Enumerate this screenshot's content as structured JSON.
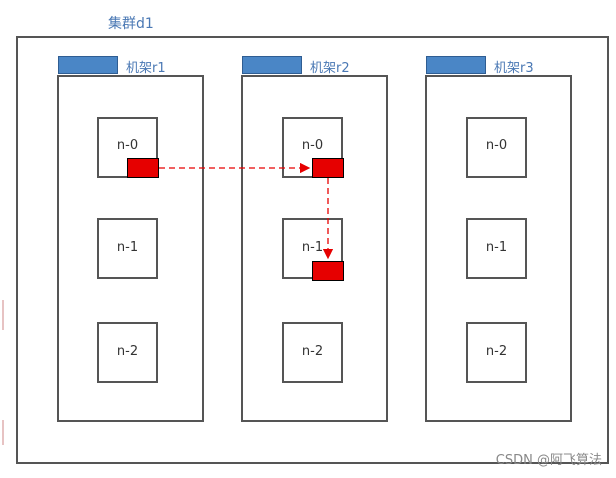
{
  "cluster": {
    "label": "集群d1"
  },
  "racks": [
    {
      "label": "机架r1",
      "nodes": [
        "n-0",
        "n-1",
        "n-2"
      ]
    },
    {
      "label": "机架r2",
      "nodes": [
        "n-0",
        "n-1",
        "n-2"
      ]
    },
    {
      "label": "机架r3",
      "nodes": [
        "n-0",
        "n-1",
        "n-2"
      ]
    }
  ],
  "colors": {
    "replica": "#e60000",
    "rack_tab": "#4a86c6",
    "label_blue": "#4a78b4",
    "arrow": "#e60000"
  },
  "watermark": "CSDN @阿飞算法"
}
